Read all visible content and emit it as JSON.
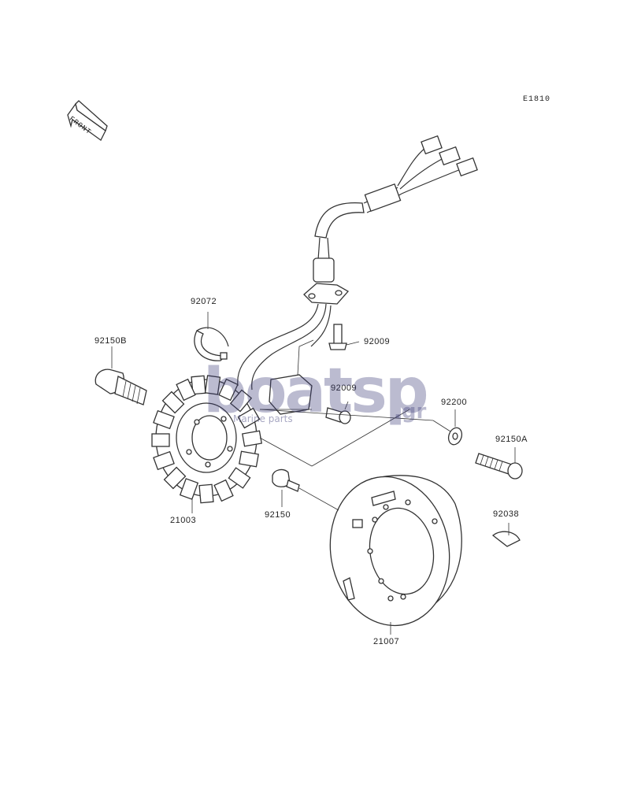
{
  "diagram_code": "E1810",
  "front_arrow_text": "FRONT",
  "watermark": {
    "main": "boatsp",
    "suffix": ".gr",
    "sub": "Marine parts"
  },
  "parts": [
    {
      "id": "92072",
      "label": "92072"
    },
    {
      "id": "92150B",
      "label": "92150B"
    },
    {
      "id": "92009a",
      "label": "92009"
    },
    {
      "id": "92009b",
      "label": "92009"
    },
    {
      "id": "92200",
      "label": "92200"
    },
    {
      "id": "92150A",
      "label": "92150A"
    },
    {
      "id": "21003",
      "label": "21003"
    },
    {
      "id": "92150",
      "label": "92150"
    },
    {
      "id": "92038",
      "label": "92038"
    },
    {
      "id": "21007",
      "label": "21007"
    }
  ],
  "colors": {
    "line": "#333333",
    "watermark": "#5a5a8a"
  }
}
